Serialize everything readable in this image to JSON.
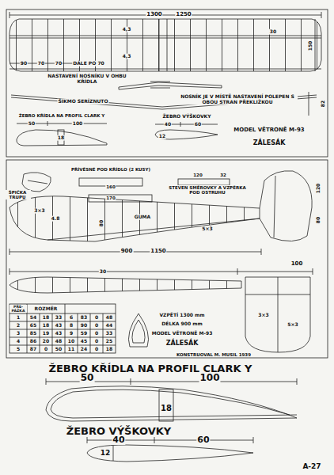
{
  "diagram": {
    "labels": [
      "1300",
      "1250",
      "4,3",
      "4,3",
      "30",
      "150",
      "90",
      "70",
      "70",
      "DÁLE PO 70",
      "NASTAVENÍ NOSNÍKU V OHBU KŘÍDLA",
      "ŠIKMO SERÍZNUTO",
      "NOSNÍK JE V MÍSTĚ NASTAVENÍ POLEPEN S OBOU STRAN PŘEKLIŽKOU",
      "82",
      "ŽEBRO KŘÍDLA NA PROFIL CLARK Y",
      "50",
      "100",
      "18",
      "ŽEBRO VÝŠKOVKY",
      "40",
      "60",
      "12",
      "MODEL VĚTRONĚ M-93",
      "ZÁLESÁK",
      "ŠPIČKA TRUPU",
      "PŘÍVĚSNÉ POD KŘÍDLO (2 KUSY)",
      "160",
      "170",
      "120",
      "32",
      "3×3",
      "4.8",
      "STEVEN SMĚROVKY A VZPĚRKA POD OSTRUHU",
      "GUMA",
      "80",
      "5×3",
      "120",
      "80",
      "900",
      "1150",
      "100",
      "30",
      "3×3",
      "5×3",
      "PŘE-PÁŽKA",
      "ROZMĚR",
      "1",
      "54",
      "18",
      "33",
      "6",
      "83",
      "0",
      "48",
      "2",
      "65",
      "18",
      "43",
      "8",
      "90",
      "0",
      "44",
      "3",
      "85",
      "19",
      "43",
      "9",
      "59",
      "0",
      "33",
      "4",
      "86",
      "20",
      "48",
      "10",
      "45",
      "0",
      "25",
      "5",
      "87",
      "0",
      "50",
      "11",
      "24",
      "0",
      "18",
      "VZPĚTÍ 1300 mm",
      "DÉLKA 900 mm",
      "MODEL VĚTRONĚ M-93",
      "ZÁLESÁK",
      "KONSTRUOVAL M. MUSIL 1939",
      "ŽEBRO KŘÍDLA NA PROFIL CLARK Y",
      "50",
      "100",
      "18",
      "ŽEBRO VÝŠKOVKY",
      "40",
      "60",
      "12",
      "A-27"
    ]
  }
}
